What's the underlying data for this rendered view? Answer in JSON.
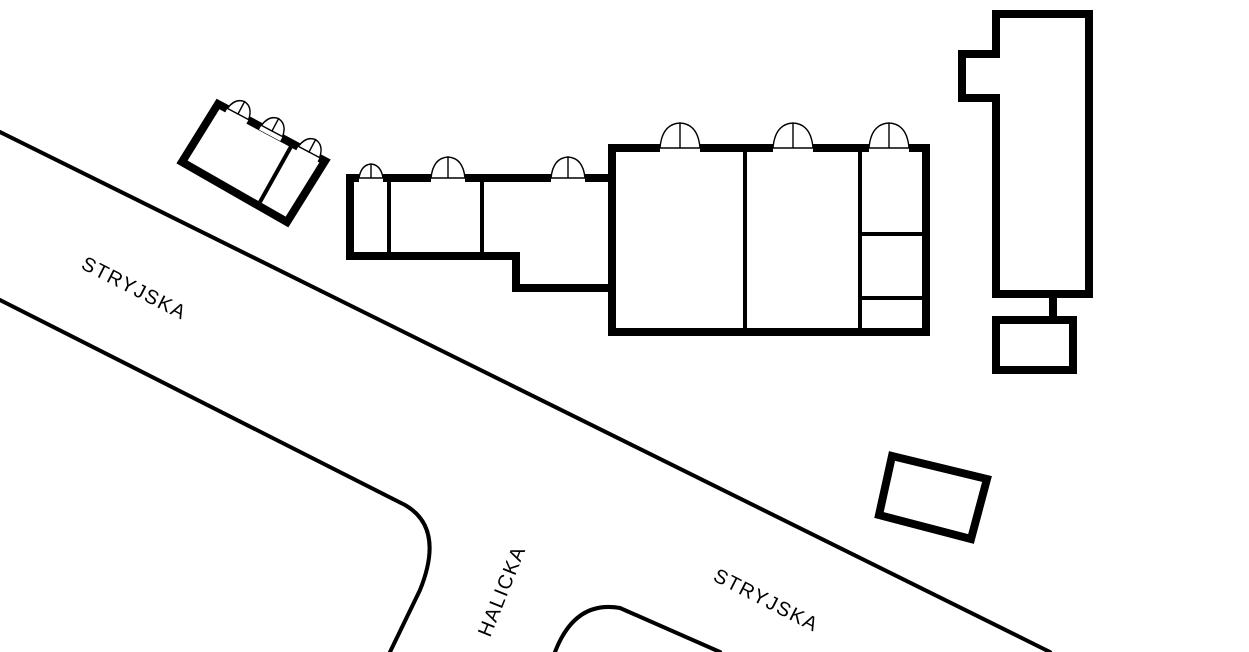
{
  "map": {
    "streets": [
      {
        "id": "stryjska-upper-west",
        "label": "STRYJSKA"
      },
      {
        "id": "halicka",
        "label": "HALICKA"
      },
      {
        "id": "stryjska-lower-east",
        "label": "STRYJSKA"
      }
    ],
    "colors": {
      "line": "#000000",
      "background": "#ffffff"
    }
  }
}
